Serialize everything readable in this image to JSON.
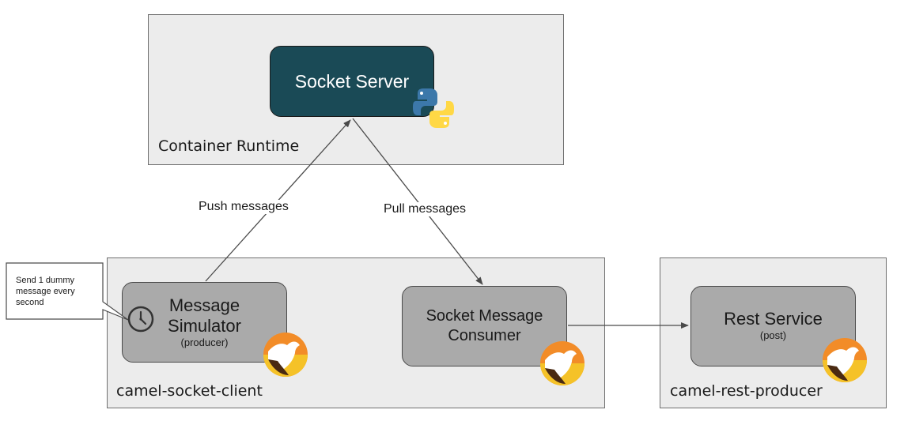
{
  "regions": {
    "container_runtime": "Container Runtime",
    "socket_client": "camel-socket-client",
    "rest_producer": "camel-rest-producer"
  },
  "nodes": {
    "socket_server": {
      "title": "Socket Server"
    },
    "simulator": {
      "title_line1": "Message",
      "title_line2": "Simulator",
      "sub": "(producer)"
    },
    "consumer": {
      "title_line1": "Socket Message",
      "title_line2": "Consumer"
    },
    "rest": {
      "title": "Rest Service",
      "sub": "(post)"
    }
  },
  "edges": {
    "push": "Push messages",
    "pull": "Pull messages"
  },
  "callout": {
    "line1": "Send 1 dummy",
    "line2": "message every",
    "line3": "second"
  },
  "icons": {
    "python": "python-logo-icon",
    "camel": "apache-camel-logo-icon",
    "clock": "clock-icon"
  },
  "colors": {
    "dark_node": "#1a4a56",
    "gray_node": "#aaaaaa",
    "region_fill": "#ececec",
    "camel_orange": "#f28c28",
    "camel_yellow": "#f5c228",
    "python_blue": "#3c78aa",
    "python_yellow": "#ffd845"
  }
}
